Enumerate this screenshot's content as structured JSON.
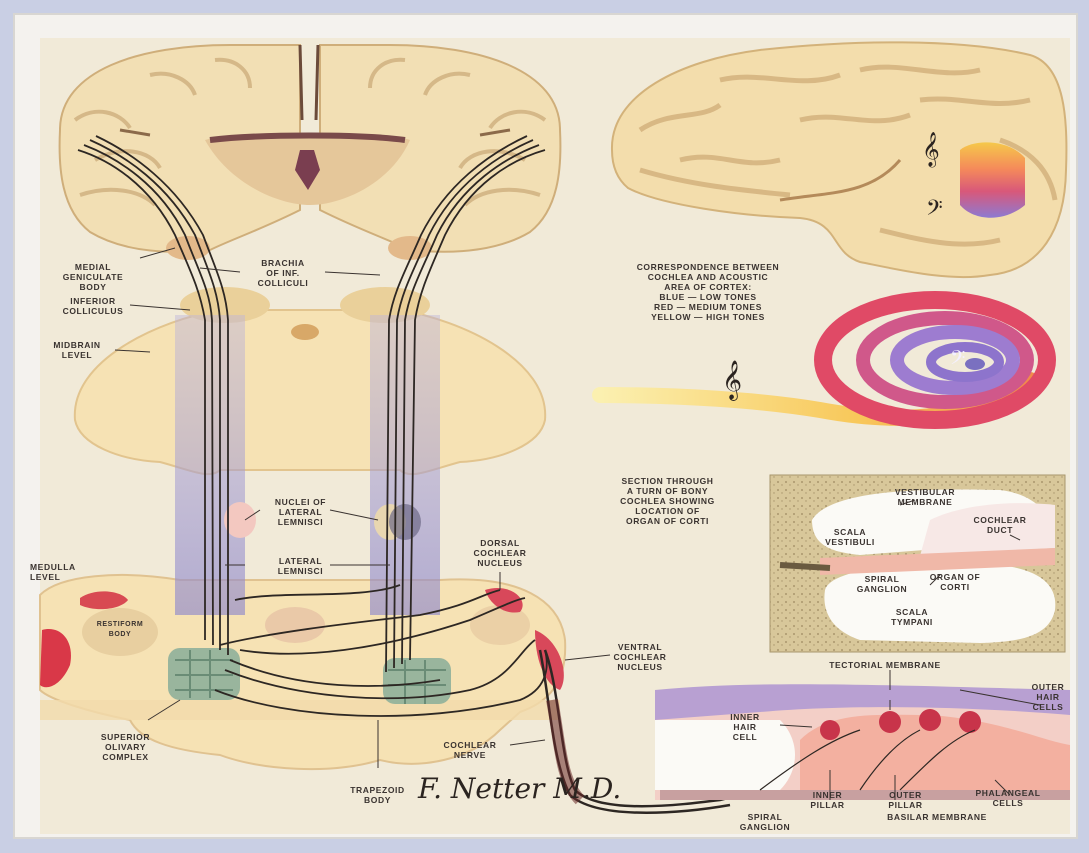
{
  "labels": {
    "medial_geniculate": "MEDIAL\nGENICULATE\nBODY",
    "brachia": "BRACHIA\nOF INF.\nCOLLICULI",
    "inferior_colliculus": "INFERIOR\nCOLLICULUS",
    "midbrain_level": "MIDBRAIN\nLEVEL",
    "nuclei_lateral_lemnisci": "NUCLEI OF\nLATERAL\nLEMNISCI",
    "lateral_lemnisci": "LATERAL\nLEMNISCI",
    "medulla_level": "MEDULLA\nLEVEL",
    "restiform_body": "RESTIFORM\nBODY",
    "dorsal_cochlear": "DORSAL\nCOCHLEAR\nNUCLEUS",
    "ventral_cochlear": "VENTRAL\nCOCHLEAR\nNUCLEUS",
    "superior_olivary": "SUPERIOR\nOLIVARY\nCOMPLEX",
    "trapezoid": "TRAPEZOID\nBODY",
    "cochlear_nerve": "COCHLEAR\nNERVE",
    "spiral_ganglion_bottom": "SPIRAL\nGANGLION",
    "correspondence": "CORRESPONDENCE BETWEEN\nCOCHLEA AND ACOUSTIC\nAREA OF CORTEX:\nBlue — low tones\nRed — medium tones\nYellow — high tones",
    "section_through": "SECTION THROUGH\nA TURN OF BONY\nCOCHLEA SHOWING\nLOCATION OF\nORGAN OF CORTI",
    "vestibular_membrane": "VESTIBULAR\nMEMBRANE",
    "scala_vestibuli": "SCALA\nVESTIBULI",
    "cochlear_duct": "COCHLEAR\nDUCT",
    "spiral_ganglion_inset": "SPIRAL\nGANGLION",
    "organ_of_corti": "ORGAN OF\nCORTI",
    "scala_tympani": "SCALA\nTYMPANI",
    "tectorial_membrane": "TECTORIAL MEMBRANE",
    "inner_hair_cell": "INNER\nHAIR\nCELL",
    "outer_hair_cells": "OUTER\nHAIR\nCELLS",
    "inner_pillar": "INNER\nPILLAR",
    "outer_pillar": "OUTER\nPILLAR",
    "phalangeal_cells": "PHALANGEAL\nCELLS",
    "basilar_membrane": "BASILAR MEMBRANE"
  },
  "signature": "F. Netter M.D.",
  "colors": {
    "bg": "#c9cfe4",
    "paper": "#f1ead8",
    "tissue": "#f3dcae",
    "tissue_dark": "#e2c28a",
    "fiber": "#2d2723",
    "purple": "#8a86c8",
    "green": "#7fa98a",
    "red": "#d33a4a"
  },
  "icons": {
    "treble_clef": "treble-clef-icon",
    "bass_clef": "bass-clef-icon"
  }
}
